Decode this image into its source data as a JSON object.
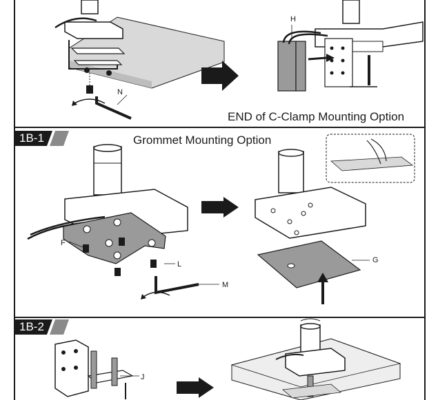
{
  "section_top": {
    "end_caption": "END of C-Clamp Mounting Option",
    "callouts": {
      "h": "H",
      "n": "N"
    }
  },
  "section_1b1": {
    "tag": "1B-1",
    "title": "Grommet Mounting Option",
    "callouts": {
      "f": "F",
      "l": "L",
      "m": "M",
      "g": "G"
    }
  },
  "section_1b2": {
    "tag": "1B-2",
    "callouts": {
      "j": "J"
    }
  },
  "colors": {
    "ink": "#1a1a1a",
    "tag_bg": "#1a1a1a",
    "tag_slash": "#8a8a8a",
    "plate_gray": "#9a9a9a",
    "desk_gray": "#d9d9d9"
  }
}
